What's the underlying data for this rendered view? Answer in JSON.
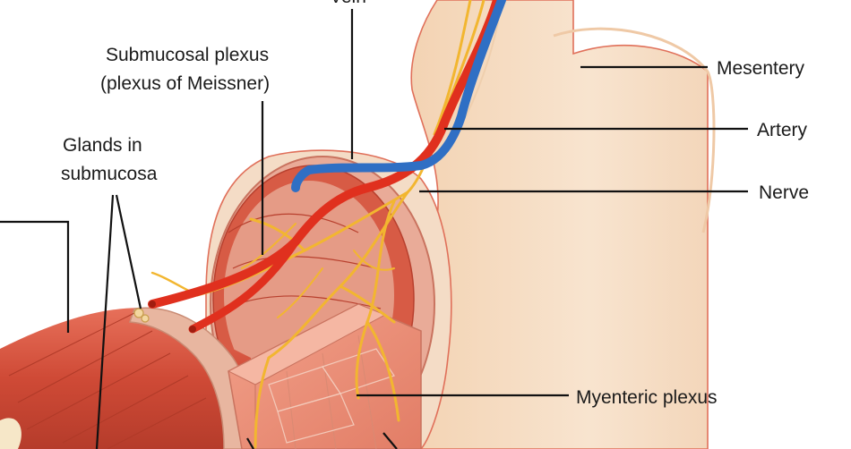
{
  "labels": {
    "vein": "Vein",
    "submucosal_plexus_line1": "Submucosal plexus",
    "submucosal_plexus_line2": "(plexus of Meissner)",
    "glands_line1": "Glands in",
    "glands_line2": "submucosa",
    "mesentery": "Mesentery",
    "artery": "Artery",
    "nerve": "Nerve",
    "myenteric_plexus": "Myenteric plexus"
  },
  "colors": {
    "mesentery": "#f6dcc0",
    "muscle": "#d9553f",
    "muscle_dark": "#b8402e",
    "submucosa": "#e89a85",
    "artery": "#e0301e",
    "vein": "#2f6fc4",
    "nerve": "#f2b630",
    "serosa_line": "#e0705a"
  }
}
